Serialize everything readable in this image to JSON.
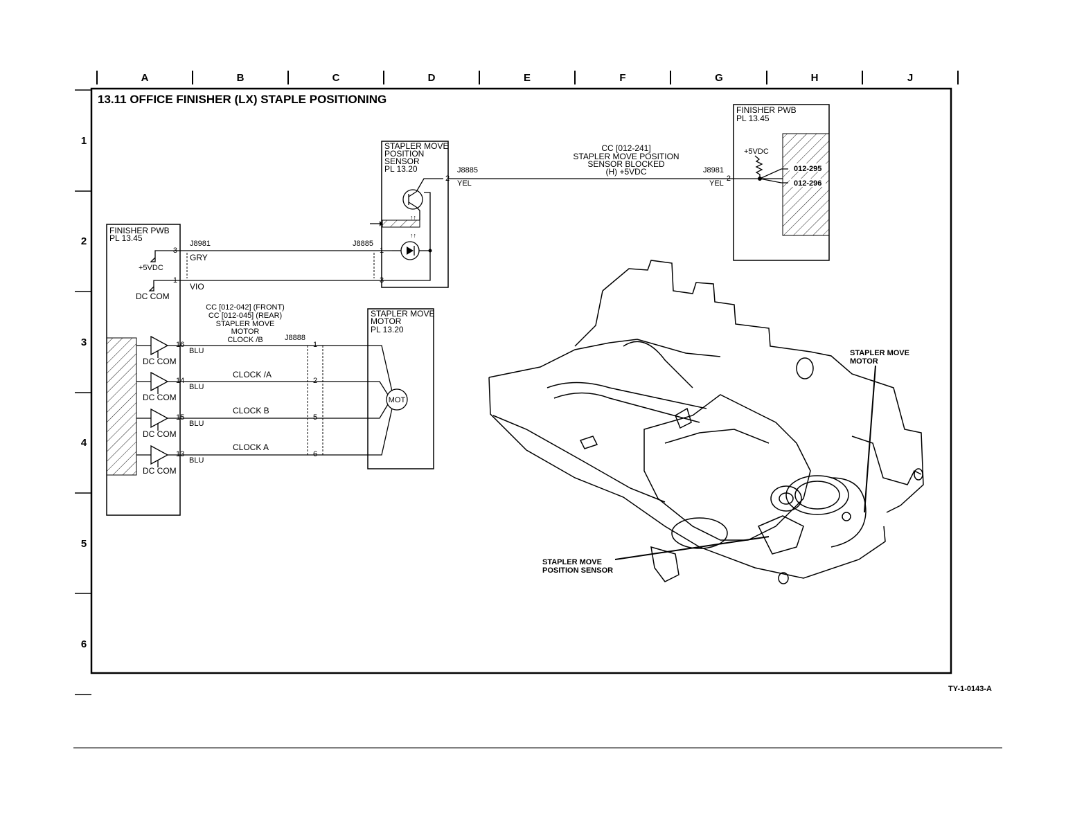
{
  "columns": [
    "A",
    "B",
    "C",
    "D",
    "E",
    "F",
    "G",
    "H",
    "J"
  ],
  "rows": [
    "1",
    "2",
    "3",
    "4",
    "5",
    "6"
  ],
  "title": "13.11 OFFICE FINISHER (LX) STAPLE POSITIONING",
  "figure_id": "TY-1-0143-A",
  "pwb_left": {
    "name": "FINISHER PWB",
    "pl": "PL 13.45",
    "conn": "J8981",
    "pins": {
      "p3": "3",
      "p1": "1"
    },
    "vdc": "+5VDC",
    "dccom": "DC COM"
  },
  "wires_top": {
    "gry": "GRY",
    "vio": "VIO",
    "j8885": "J8885",
    "pin1": "1",
    "pin3": "3"
  },
  "sensor": {
    "line1": "STAPLER MOVE",
    "line2": "POSITION",
    "line3": "SENSOR",
    "pl": "PL 13.20",
    "conn": "J8885",
    "pin": "2",
    "wire": "YEL"
  },
  "cc_sensor": {
    "l1": "CC [012-241]",
    "l2": "STAPLER MOVE POSITION",
    "l3": "SENSOR BLOCKED",
    "l4": "(H) +5VDC"
  },
  "pwb_right": {
    "name": "FINISHER PWB",
    "pl": "PL 13.45",
    "conn": "J8981",
    "pin": "2",
    "wire": "YEL",
    "vdc": "+5VDC",
    "code1": "012-295",
    "code2": "012-296"
  },
  "cc_motor": {
    "l1": "CC [012-042] (FRONT)",
    "l2": "CC [012-045] (REAR)",
    "l3": "STAPLER MOVE",
    "l4": "MOTOR",
    "l5": "CLOCK /B"
  },
  "motor_conn": "J8888",
  "drivers": [
    {
      "pin": "16",
      "wire": "BLU",
      "signal": "",
      "mpin": "1",
      "com": "DC COM"
    },
    {
      "pin": "14",
      "wire": "BLU",
      "signal": "CLOCK /A",
      "mpin": "2",
      "com": "DC COM"
    },
    {
      "pin": "15",
      "wire": "BLU",
      "signal": "CLOCK B",
      "mpin": "5",
      "com": "DC COM"
    },
    {
      "pin": "13",
      "wire": "BLU",
      "signal": "CLOCK A",
      "mpin": "6",
      "com": "DC COM"
    }
  ],
  "motor": {
    "l1": "STAPLER MOVE",
    "l2": "MOTOR",
    "pl": "PL 13.20",
    "sym": "MOT"
  },
  "callouts": {
    "motor_l1": "STAPLER MOVE",
    "motor_l2": "MOTOR",
    "sensor_l1": "STAPLER MOVE",
    "sensor_l2": "POSITION SENSOR"
  }
}
